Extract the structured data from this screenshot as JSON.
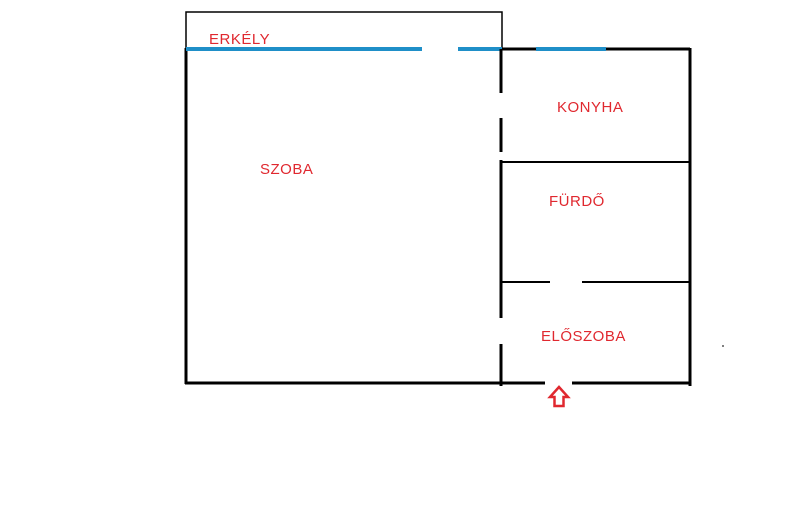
{
  "floorplan": {
    "rooms": {
      "erkely": "ERKÉLY",
      "szoba": "SZOBA",
      "konyha": "KONYHA",
      "furdo": "FÜRDŐ",
      "eloszoba": "ELŐSZOBA"
    },
    "entrance_icon": "arrow-up-icon",
    "colors": {
      "wall": "#000000",
      "window": "#1f8fc8",
      "label": "#e0282f",
      "entrance": "#e0282f"
    }
  }
}
